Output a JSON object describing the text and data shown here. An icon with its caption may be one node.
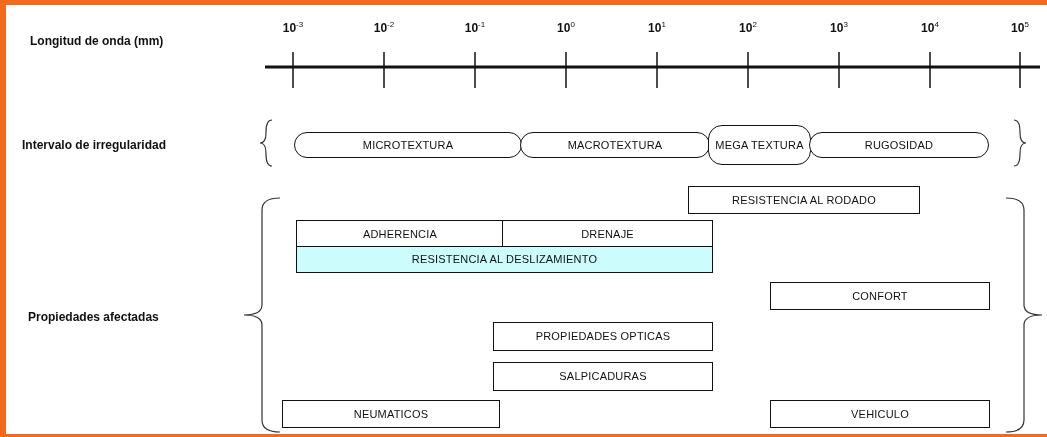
{
  "diagram": {
    "nodes": [
      {
        "text": [
          "MICROTEXTURA"
        ]
      },
      {
        "text": [
          "MACROTEXTURA"
        ]
      },
      {
        "text": [
          "MEGA TEXTURA"
        ]
      },
      {
        "text": [
          "RUGOSIDAD"
        ]
      },
      {
        "text": [
          "RESISTENCIA AL RODADO"
        ]
      },
      {
        "text": [
          "ADHERENCIA"
        ]
      },
      {
        "text": [
          "DRENAJE"
        ]
      },
      {
        "text": [
          "RESISTENCIA AL DESLIZAMIENTO"
        ]
      },
      {
        "text": [
          "CONFORT"
        ]
      },
      {
        "text": [
          "PROPIEDADES OPTICAS"
        ]
      },
      {
        "text": [
          "SALPICADURAS"
        ]
      },
      {
        "text": [
          "NEUMATICOS"
        ]
      },
      {
        "text": [
          "VEHICULO"
        ]
      }
    ],
    "edges": [],
    "labels": [
      "Longitud de onda (mm)",
      "10$^{-3}$",
      "10$^{-2}$",
      "10$^{-1}$",
      "10$^{0}$",
      "10$^{1}$",
      "10$^{2}$",
      "10$^{3}$",
      "10$^{4}$",
      "10$^{5}$",
      "Intervalo de irregularidad",
      "Propiedades afectadas"
    ]
  }
}
